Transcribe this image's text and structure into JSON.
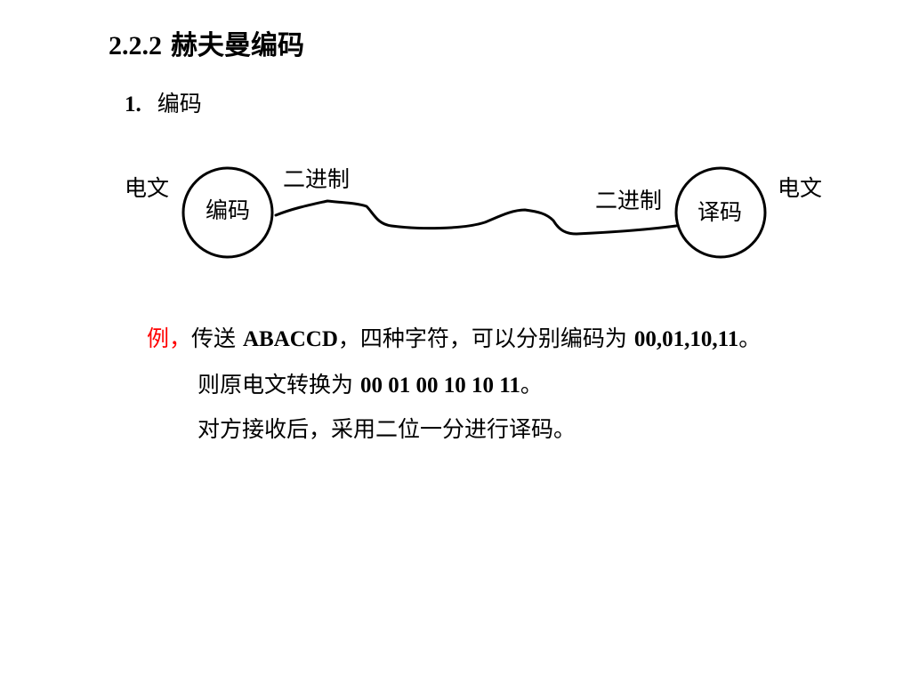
{
  "section": {
    "number": "2.2.2",
    "title": "赫夫曼编码"
  },
  "subsection": {
    "number": "1.",
    "title": "编码"
  },
  "diagram": {
    "left_label": "电文",
    "right_label": "电文",
    "encoder_label": "编码",
    "decoder_label": "译码",
    "binary_label_top": "二进制",
    "binary_label_bottom": "二进制"
  },
  "example": {
    "prefix": "例，",
    "line1_a": "传送 ",
    "line1_b": "ABACCD",
    "line1_c": "，四种字符，可以分别编码为 ",
    "line1_d": "00,01,10,11",
    "line1_e": "。",
    "line2_a": "则原电文转换为 ",
    "line2_b": "00 01 00 10 10 11",
    "line2_c": "。",
    "line3": "对方接收后，采用二位一分进行译码。"
  },
  "colors": {
    "accent": "#ff0000",
    "text": "#000000"
  }
}
